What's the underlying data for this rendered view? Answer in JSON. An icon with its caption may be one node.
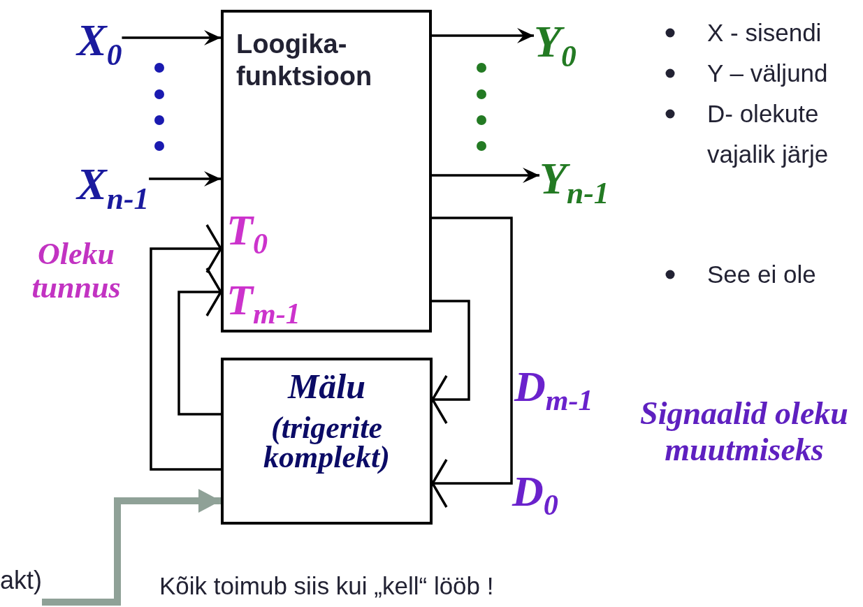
{
  "diagram": {
    "nodes": [
      {
        "text": [
          "Loogika-funktsioon"
        ]
      },
      {
        "text": [
          "Mälu",
          "(trigerite komplekt)"
        ]
      },
      {
        "text": [
          "X$_{0}$"
        ]
      },
      {
        "text": [
          "X$_{n-1}$"
        ]
      },
      {
        "text": [
          "Y$_{0}$"
        ]
      },
      {
        "text": [
          "Y$_{n-1}$"
        ]
      },
      {
        "text": [
          "akt)"
        ]
      }
    ],
    "edges": [
      {
        "from": 2,
        "to": 0,
        "arrow": "to"
      },
      {
        "from": 3,
        "to": 0,
        "arrow": "to"
      },
      {
        "from": 0,
        "to": 4,
        "arrow": "to"
      },
      {
        "from": 0,
        "to": 5,
        "arrow": "to"
      },
      {
        "from": 1,
        "to": 0,
        "arrow": "to"
      },
      {
        "from": 1,
        "to": 0,
        "arrow": "to"
      },
      {
        "from": 0,
        "to": 1,
        "arrow": "to"
      },
      {
        "from": 0,
        "to": 1,
        "arrow": "to"
      },
      {
        "from": 6,
        "to": 1,
        "arrow": "to",
        "style": "thick",
        "color": "#8fa197"
      }
    ],
    "labels": [
      "Oleku tunnus",
      "T$_{0}$",
      "T$_{m-1}$",
      "D$_{m-1}$",
      "Signaalid oleku muutmiseks",
      "D$_{0}$",
      "X - sisendi",
      "Y – väljund",
      "D- olekute vajalik järje",
      "See ei ole",
      "Kõik toimub siis kui „kell“ lööb !"
    ]
  }
}
